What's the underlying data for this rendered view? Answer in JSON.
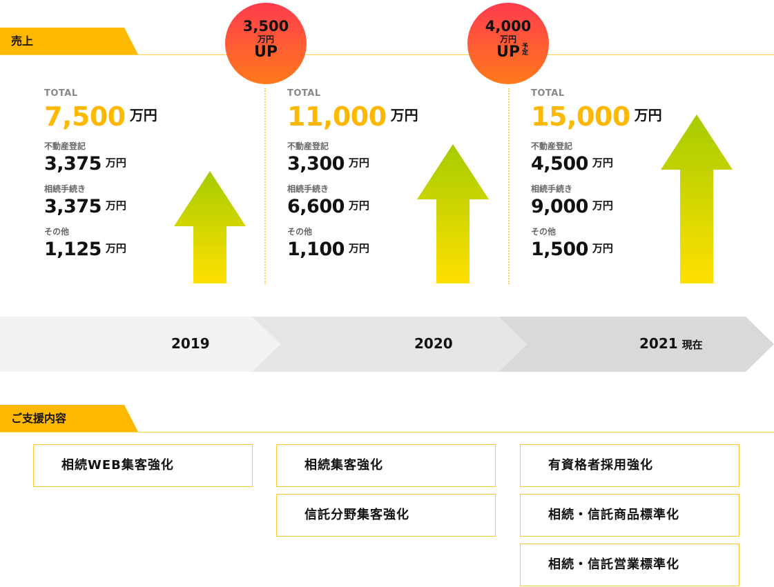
{
  "sales": {
    "tag": "売上",
    "badges": [
      {
        "amount": "3,500",
        "unit": "万円",
        "up": "UP",
        "note": ""
      },
      {
        "amount": "4,000",
        "unit": "万円",
        "up": "UP",
        "note": "予定"
      }
    ],
    "columns": [
      {
        "total_label": "TOTAL",
        "total": "7,500",
        "total_unit": "万円",
        "items": [
          {
            "label": "不動産登記",
            "value": "3,375",
            "unit": "万円"
          },
          {
            "label": "相続手続き",
            "value": "3,375",
            "unit": "万円"
          },
          {
            "label": "その他",
            "value": "1,125",
            "unit": "万円"
          }
        ]
      },
      {
        "total_label": "TOTAL",
        "total": "11,000",
        "total_unit": "万円",
        "items": [
          {
            "label": "不動産登記",
            "value": "3,300",
            "unit": "万円"
          },
          {
            "label": "相続手続き",
            "value": "6,600",
            "unit": "万円"
          },
          {
            "label": "その他",
            "value": "1,100",
            "unit": "万円"
          }
        ]
      },
      {
        "total_label": "TOTAL",
        "total": "15,000",
        "total_unit": "万円",
        "items": [
          {
            "label": "不動産登記",
            "value": "4,500",
            "unit": "万円"
          },
          {
            "label": "相続手続き",
            "value": "9,000",
            "unit": "万円"
          },
          {
            "label": "その他",
            "value": "1,500",
            "unit": "万円"
          }
        ]
      }
    ]
  },
  "timeline": {
    "years": [
      {
        "year": "2019",
        "suffix": ""
      },
      {
        "year": "2020",
        "suffix": ""
      },
      {
        "year": "2021",
        "suffix": "現在"
      }
    ],
    "colors": [
      "#f2f2f2",
      "#e6e6e6",
      "#d9d9d9"
    ]
  },
  "support": {
    "tag": "ご支援内容",
    "columns": [
      [
        "相続WEB集客強化"
      ],
      [
        "相続集客強化",
        "信託分野集客強化"
      ],
      [
        "有資格者採用強化",
        "相続・信託商品標準化",
        "相続・信託営業標準化"
      ]
    ]
  },
  "colors": {
    "accent": "#ffb800",
    "badge_top": "#ff3b4f",
    "badge_bottom": "#ff7a1a",
    "arrow_top": "#a5cc00",
    "arrow_bottom": "#ffe000",
    "box_border": "#ffc832"
  },
  "icons": [
    "up-arrow-icon"
  ]
}
